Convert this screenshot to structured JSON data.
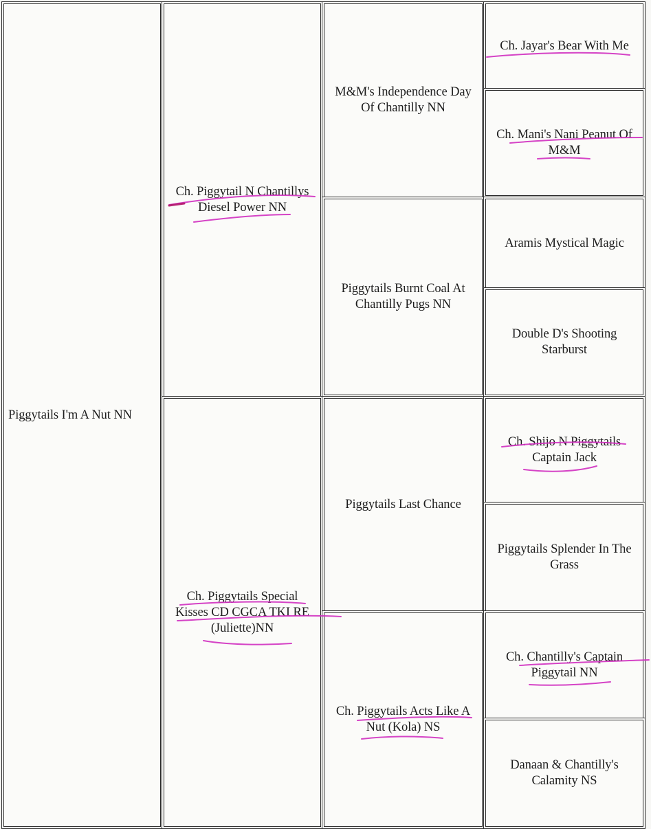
{
  "pedigree": {
    "subject": "Piggytails I'm A Nut NN",
    "sire": "Ch. Piggytail N Chantillys\nDiesel Power NN",
    "dam": "Ch. Piggytails Special\nKisses CD CGCA TKI RE\n(Juliette)NN",
    "sire_sire": "M&M's Independence Day\nOf Chantilly NN",
    "sire_dam": "Piggytails Burnt Coal At\nChantilly Pugs NN",
    "dam_sire": "Piggytails Last Chance",
    "dam_dam": "Ch. Piggytails Acts Like A\nNut (Kola) NS",
    "ggp": [
      "Ch. Jayar's Bear With Me",
      "Ch. Mani's Nani Peanut Of\nM&M",
      "Aramis Mystical Magic",
      "Double D's Shooting\nStarburst",
      "Ch. Shijo N Piggytails\nCaptain Jack",
      "Piggytails Splender In The\nGrass",
      "Ch. Chantilly's Captain\nPiggytail NN",
      "Danaan & Chantilly's\nCalamity NS"
    ]
  }
}
